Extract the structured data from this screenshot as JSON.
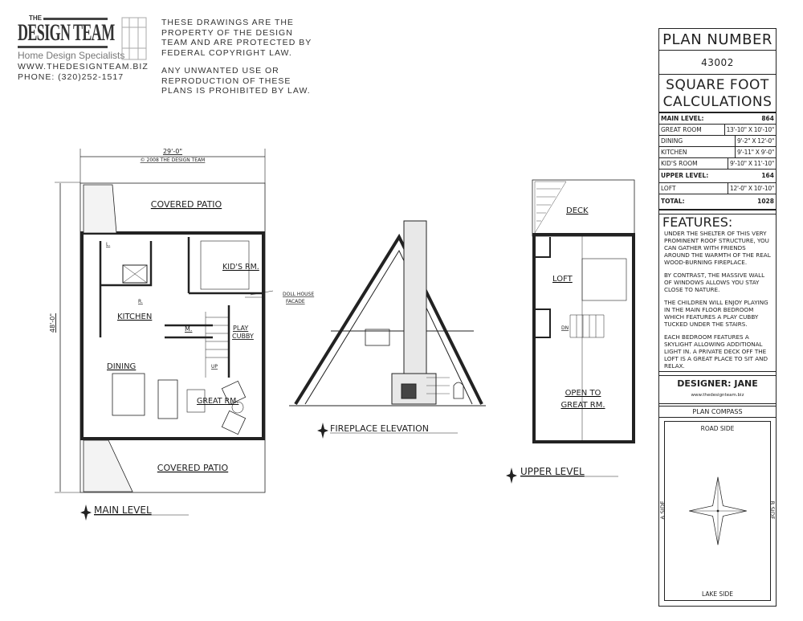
{
  "header": {
    "logo": {
      "the": "THE",
      "name": "DESIGN TEAM",
      "tagline": "Home Design Specialists"
    },
    "website": "WWW.THEDESIGNTEAM.BIZ",
    "phone": "PHONE: (320)252-1517",
    "legal": [
      "THESE DRAWINGS ARE THE",
      "PROPERTY OF THE DESIGN",
      "TEAM AND ARE PROTECTED BY",
      "FEDERAL COPYRIGHT LAW."
    ],
    "legal2": [
      "ANY UNWANTED USE OR",
      "REPRODUCTION OF THESE",
      "PLANS IS PROHIBITED BY LAW."
    ]
  },
  "main_level": {
    "title": "MAIN LEVEL",
    "width_dim": "29'-0\"",
    "depth_dim": "48'-0\"",
    "copyright": "© 2008 THE DESIGN TEAM",
    "rooms": {
      "patio_top": "COVERED PATIO",
      "kids": "KID'S RM.",
      "kitchen": "KITCHEN",
      "dining": "DINING",
      "great": "GREAT RM.",
      "patio_bottom": "COVERED PATIO",
      "mudroom": "M.",
      "play1": "PLAY",
      "play2": "CUBBY",
      "up": "UP",
      "laundry": "L.",
      "fridge": "R."
    },
    "callout": [
      "DOLL HOUSE",
      "FACADE"
    ]
  },
  "fireplace": {
    "title": "FIREPLACE ELEVATION"
  },
  "upper_level": {
    "title": "UPPER LEVEL",
    "rooms": {
      "deck": "DECK",
      "loft": "LOFT",
      "dn": "DN",
      "open1": "OPEN TO",
      "open2": "GREAT RM."
    }
  },
  "panel": {
    "plan_number_label": "PLAN NUMBER",
    "plan_number": "43002",
    "sqft_title1": "SQUARE FOOT",
    "sqft_title2": "CALCULATIONS",
    "main_level": {
      "label": "MAIN LEVEL:",
      "value": "864"
    },
    "main_rooms": [
      {
        "name": "GREAT ROOM",
        "size": "13'-10\" X 10'-10\""
      },
      {
        "name": "DINING",
        "size": "9'-2\" X 12'-0\""
      },
      {
        "name": "KITCHEN",
        "size": "9'-11\" X 9'-0\""
      },
      {
        "name": "KID'S ROOM",
        "size": "9'-10\" X 11'-10\""
      }
    ],
    "upper_level": {
      "label": "UPPER LEVEL:",
      "value": "164"
    },
    "upper_rooms": [
      {
        "name": "LOFT",
        "size": "12'-0\" X 10'-10\""
      }
    ],
    "total": {
      "label": "TOTAL:",
      "value": "1028"
    },
    "features_title": "FEATURES:",
    "features": [
      "UNDER THE SHELTER OF THIS VERY PROMINENT ROOF STRUCTURE, YOU CAN GATHER WITH FRIENDS AROUND THE WARMTH OF THE REAL WOOD-BURNING FIREPLACE.",
      "BY CONTRAST, THE MASSIVE WALL OF WINDOWS ALLOWS YOU STAY CLOSE TO NATURE.",
      "THE CHILDREN WILL ENJOY PLAYING IN THE MAIN FLOOR BEDROOM WHICH FEATURES A PLAY CUBBY TUCKED UNDER THE STAIRS.",
      "EACH BEDROOM FEATURES A SKYLIGHT ALLOWING ADDITIONAL LIGHT IN.  A PRIVATE DECK OFF THE LOFT IS A GREAT PLACE TO SIT AND RELAX."
    ],
    "designer": "DESIGNER: JANE",
    "designer_url": "www.thedesignteam.biz",
    "compass_title": "PLAN COMPASS",
    "compass": {
      "top": "ROAD SIDE",
      "bottom": "LAKE SIDE",
      "left": "A SIDE",
      "right": "B SIDE"
    }
  }
}
